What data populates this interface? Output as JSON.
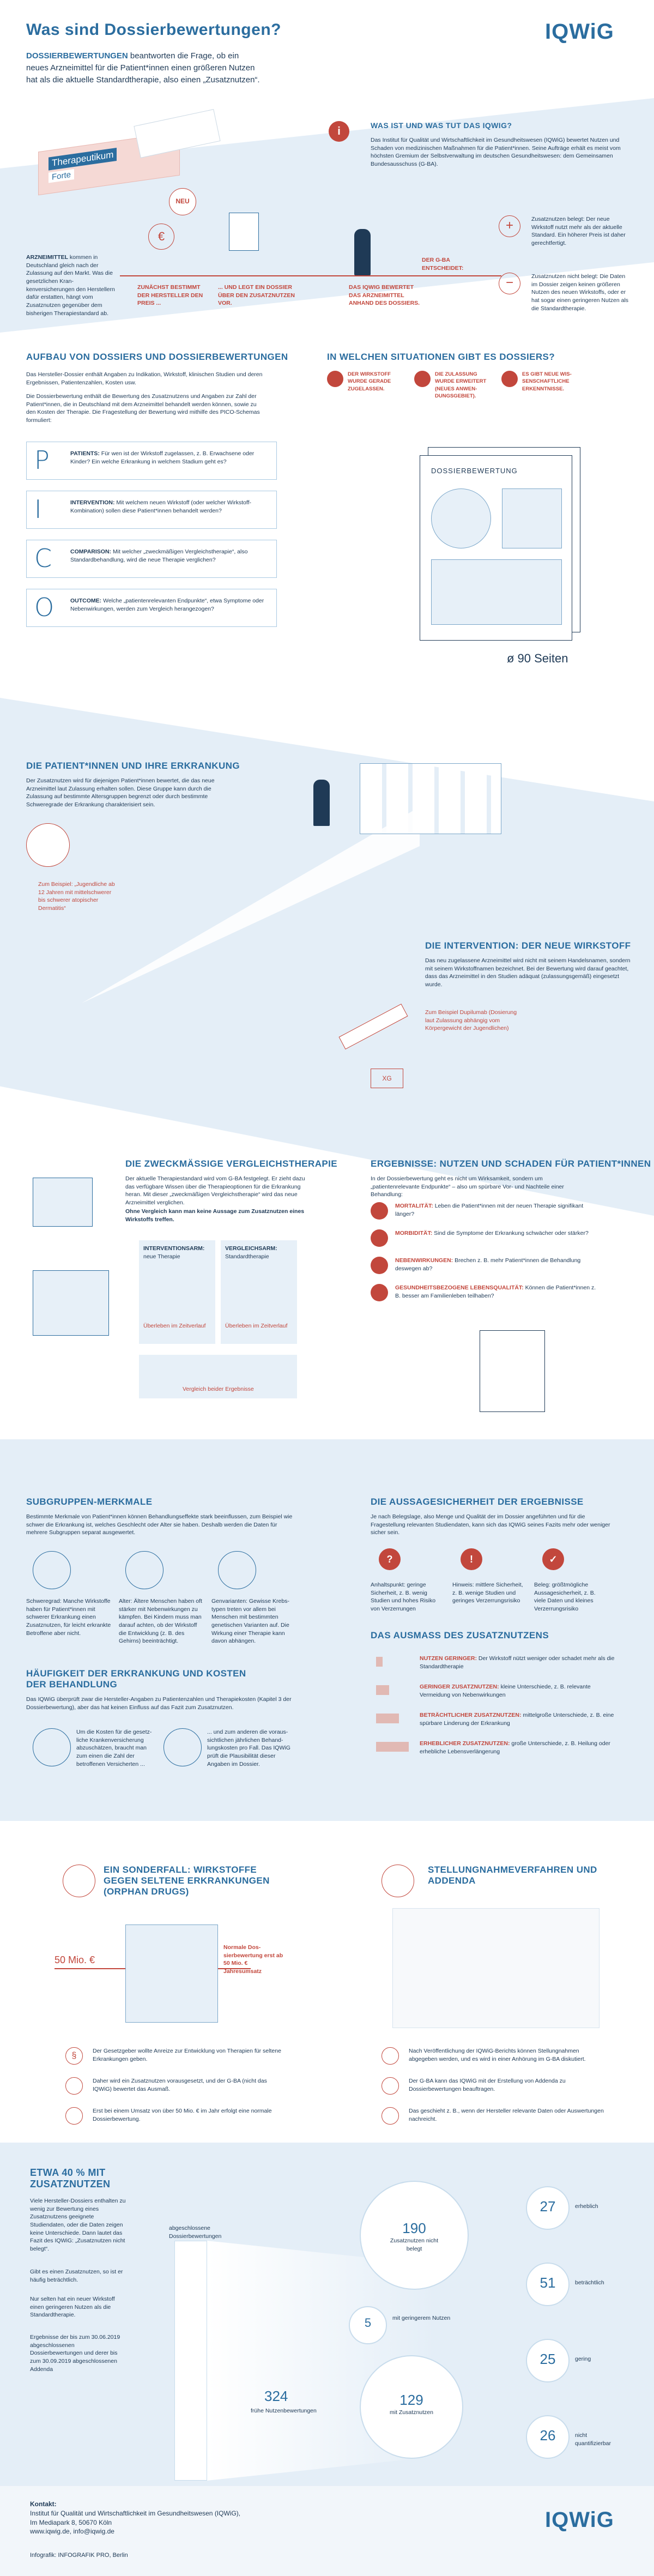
{
  "header": {
    "title": "Was sind Dossierbewertungen?",
    "logo": "IQWiG",
    "intro_bold": "DOSSIERBEWERTUNGEN",
    "intro": "beantworten die Frage, ob ein neues Arzneimittel für die Patient*innen einen größeren Nutzen hat als die aktuelle Standard­therapie, also einen „Zusatznutzen“."
  },
  "box_label": {
    "line1": "Therapeutikum",
    "line2": "Forte",
    "badge": "NEU"
  },
  "arzneimittel": {
    "bold": "ARZNEIMITTEL",
    "text": "kommen in Deutschland gleich nach der Zulassung auf den Markt. Was die gesetzlichen Kran­kenversicherungen den Her­stellern dafür erstatten, hängt vom Zusatznutzen gegenüber dem bisherigen Therapiestandard ab."
  },
  "flow": {
    "step1": "ZUNÄCHST BESTIMMT DER HERSTELLER DEN PREIS ...",
    "step2": "... UND LEGT EIN DOSSIER ÜBER DEN ZUSATZNUTZEN VOR.",
    "step3": "DAS IQWIG BEWERTET DAS ARZNEI­MITTEL ANHAND DES DOSSIERS.",
    "gba": "DER G-BA ENTSCHEIDET:",
    "plus_text": "Zusatznutzen belegt: Der neue Wirkstoff nutzt mehr als der aktu­elle Standard. Ein höherer Preis ist daher gerechtfertigt.",
    "minus_text": "Zusatznutzen nicht belegt: Die Daten im Dossier zeigen keinen größeren Nutzen des neuen Wirk­stoffs, oder er hat sogar einen geringeren Nutzen als die Stan­dardtherapie."
  },
  "iqwig_info": {
    "title": "WAS IST UND WAS TUT DAS IQWIG?",
    "text": "Das Institut für Qualität und Wirtschaftlichkeit im Gesundheitswesen (IQWiG) be­wertet Nutzen und Schaden von medizinischen Maßnahmen für die Patient*innen. Seine Aufträge erhält es meist vom höchsten Gremium der Selbstverwaltung im deutschen Gesundheitswesen: dem Gemeinsamen Bundesausschuss (G-BA)."
  },
  "aufbau": {
    "title": "AUFBAU VON DOSSIERS UND DOSSIERBEWERTUNGEN",
    "text1": "Das Hersteller-Dossier enthält Angaben zu Indikation, Wirkstoff, klinischen Studien und deren Ergebnissen, Patientenzahlen, Kosten usw.",
    "text2": "Die Dossierbewertung enthält die Bewertung des Zusatznutzens und Angaben zur Zahl der Patient*innen, die in Deutschland mit dem Arzneimittel behandelt werden können, sowie zu den Kosten der Therapie. Die Fragestellung der Bewertung wird mithilfe des PICO-Schemas formuliert:",
    "pico": [
      {
        "letter": "P",
        "label": "PATIENTS:",
        "text": "Für wen ist der Wirkstoff zugelassen, z. B. Erwachsene oder Kinder? Ein welche Erkrankung in welchem Stadium geht es?"
      },
      {
        "letter": "I",
        "label": "INTERVENTION:",
        "text": "Mit welchem neuen Wirkstoff (oder welcher Wirk­stoff-Kombination) sollen diese Patient*innen behandelt werden?"
      },
      {
        "letter": "C",
        "label": "COMPARISON:",
        "text": "Mit welcher „zweckmäßigen Vergleichstherapie“, also Standardbehandlung, wird die neue Therapie verglichen?"
      },
      {
        "letter": "O",
        "label": "OUTCOME:",
        "text": "Welche „patientenrelevanten Endpunkte“, etwa Sympto­me oder Nebenwirkungen, werden zum Vergleich herangezogen?"
      }
    ]
  },
  "situationen": {
    "title": "IN WELCHEN SITUATIONEN GIBT ES DOSSIERS?",
    "items": [
      "DER WIRKSTOFF WURDE GERADE ZUGELASSEN.",
      "DIE ZULASSUNG WURDE ERWEITERT (NEUES ANWEN­DUNGSGEBIET).",
      "ES GIBT NEUE WIS­SENSCHAFTLICHE ERKENNTNISSE."
    ],
    "doc_title": "DOSSIERBEWERTUNG",
    "pages": "ø 90 Seiten"
  },
  "patient": {
    "title": "DIE PATIENT*INNEN UND IHRE ERKRANKUNG",
    "text": "Der Zusatznutzen wird für diejenigen Patient*innen bewertet, die das neue Arzneimittel laut Zulassung erhalten sollen. Diese Gruppe kann durch die Zulassung auf bestimmte Altersgruppen begrenzt oder durch bestimmte Schweregrade der Erkrankung charakterisiert sein.",
    "example": "Zum Beispiel: „Jugendliche ab 12 Jahren mit mittelschwerer bis schwerer atopischer Dermatitis“"
  },
  "intervention": {
    "title": "DIE INTERVENTION: DER NEUE WIRKSTOFF",
    "text": "Das neu zugelassene Arzneimittel wird nicht mit seinem Han­delsnamen, sondern mit seinem Wirkstoffnamen bezeichnet. Bei der Bewertung wird darauf geachtet, dass das Arzneimittel in den Studien adäquat (zulassungsgemäß) eingesetzt wurde.",
    "example": "Zum Beispiel Dupilumab (Dosie­rung laut Zulassung abhängig vom Körpergewicht der Jugendlichen)",
    "syringe_label": "XG"
  },
  "vergleich": {
    "title": "DIE ZWECKMÄSSIGE VERGLEICHSTHERAPIE",
    "text": "Der aktuelle Therapiestandard wird vom G-BA festgelegt. Er zieht dazu das verfügbare Wissen über die Therapieoptionen für die Er­krankung heran. Mit dieser „zweckmäßigen Vergleichstherapie“ wird das neue Arzneimittel verglichen.",
    "bold": "Ohne Vergleich kann man keine Aussage zum Zusatznutzen eines Wirkstoffs treffen.",
    "arm1_title": "INTERVENTIONSARM:",
    "arm1_sub": "neue Therapie",
    "arm2_title": "VERGLEICHSARM:",
    "arm2_sub": "Standardtherapie",
    "arm1_caption": "Überleben im Zeit­verlauf",
    "arm2_caption": "Überleben im Zeitverlauf",
    "compare_caption": "Vergleich beider Ergebnisse"
  },
  "ergebnisse": {
    "title": "ERGEBNISSE: NUTZEN UND SCHADEN FÜR PATIENT*INNEN",
    "text": "In der Dossierbewertung geht es nicht um Wirksamkeit, sondern um „patientenrelevante Endpunkte“ – also um spürbare Vor- und Nachteile einer Behandlung:",
    "items": [
      {
        "label": "MORTALITÄT:",
        "text": "Leben die Patient*innen mit der neuen Therapie signifikant länger?"
      },
      {
        "label": "MORBIDITÄT:",
        "text": "Sind die Symptome der Erkrankung schwächer oder stärker?"
      },
      {
        "label": "NEBENWIRKUNGEN:",
        "text": "Brechen z. B. mehr Patient*innen die Behandlung deswegen ab?"
      },
      {
        "label": "GESUNDHEITSBEZOGENE LEBENSQUALITÄT:",
        "text": "Können die Patient*innen z. B. besser am Familienleben teilhaben?"
      }
    ]
  },
  "subgruppen": {
    "title": "SUBGRUPPEN-MERKMALE",
    "text": "Bestimmte Merkmale von Patient*innen können Behandlungseffekte stark be­einflussen, zum Beispiel wie schwer die Erkrankung ist, welches Geschlecht oder Alter sie haben. Deshalb werden die Daten für mehrere Subgruppen separat aus­gewertet.",
    "items": [
      "Schweregrad: Manche Wirk­stoffe haben für Patient*innen mit schwerer Erkrankung einen Zusatznutzen, für leicht erkrankte Betroffene aber nicht.",
      "Alter: Ältere Menschen haben oft stärker mit Nebenwirkungen zu kämpfen. Bei Kindern muss man darauf achten, ob der Wirkstoff die Entwicklung (z. B. des Gehirns) beeinträchtigt.",
      "Genvarianten: Gewisse Krebs­typen treten vor allem bei Menschen mit bestimmten genetischen Varianten auf. Die Wirkung einer Therapie kann davon abhängen."
    ]
  },
  "haeufigkeit": {
    "title": "HÄUFIGKEIT DER ERKRANKUNG UND KOSTEN DER BEHANDLUNG",
    "text": "Das IQWiG überprüft zwar die Hersteller-Angaben zu Patienten­zahlen und Therapiekosten (Kapitel 3 der Dossierbewertung), aber das hat keinen Einfluss auf das Fazit zum Zusatznutzen.",
    "item1": "Um die Kosten für die gesetz­liche Krankenversicherung abzuschätzen, braucht man zum einen die Zahl der betroffenen Versicherten ...",
    "item2": "... und zum anderen die voraus­sichtlichen jährlichen Behand­lungskosten pro Fall. Das IQWiG prüft die Plausibilität dieser Angaben im Dossier."
  },
  "aussagesicherheit": {
    "title": "DIE AUSSAGESICHERHEIT DER ERGEBNISSE",
    "text": "Je nach Belegslage, also Menge und Qualität der im Dossier ange­führten und für die Fragestellung relevanten Studiendaten, kann sich das IQWiG seines Fazits mehr oder weniger sicher sein.",
    "items": [
      "Anhaltspunkt: geringe Sicherheit, z. B. wenig Studien und hohes Risiko von Verzerrungen",
      "Hinweis: mittlere Sicherheit, z. B. wenige Studien und geringes Verzerrungsrisiko",
      "Beleg: größtmögliche Aussagesicherheit, z. B. viele Daten und kleines Verzerrungsrisiko"
    ]
  },
  "ausmass": {
    "title": "DAS AUSMASS DES ZUSATZNUTZENS",
    "items": [
      {
        "label": "NUTZEN GERINGER:",
        "text": "Der Wirkstoff nützt weniger oder schadet mehr als die Standardtherapie",
        "level": 0.2
      },
      {
        "label": "GERINGER ZUSATZNUTZEN:",
        "text": "kleine Unterschiede, z. B. relevante Vermeidung von Nebenwirkungen",
        "level": 0.4
      },
      {
        "label": "BETRÄCHTLICHER ZUSATZNUTZEN:",
        "text": "mittelgroße Unter­schiede, z. B. eine spürbare Linderung der Erkrankung",
        "level": 0.7
      },
      {
        "label": "ERHEBLICHER ZUSATZNUTZEN:",
        "text": "große Unterschiede, z. B. Heilung oder erhebliche Lebensverlängerung",
        "level": 1.0
      }
    ]
  },
  "orphan": {
    "title": "EIN SONDERFALL: WIRKSTOFFE GEGEN SELTENE ERKRANKUNGEN (ORPHAN DRUGS)",
    "threshold": "50 Mio. €",
    "normal": "Normale Dos­sierbewertung erst ab 50 Mio. € Jahresumsatz",
    "items": [
      "Der Gesetzgeber wollte Anreize zur Entwicklung von Therapien für seltene Erkrankungen geben.",
      "Daher wird ein Zusatznutzen vorausgesetzt, und der G-BA (nicht das IQWiG) bewertet das Ausmaß.",
      "Erst bei einem Umsatz von über 50 Mio. € im Jahr erfolgt eine normale Dossierbewertung."
    ]
  },
  "stellungnahme": {
    "title": "STELLUNGNAHMEVERFAHREN UND ADDENDA",
    "items": [
      "Nach Veröffentlichung der IQWiG-Berichts können Stellungnahmen abgegeben werden, und es wird in einer Anhörung im G-BA diskutiert.",
      "Der G-BA kann das IQWiG mit der Erstellung von Addenda zu Dossierbewertungen beauftragen.",
      "Das geschieht z. B., wenn der Hersteller relevante Daten oder Auswertungen nachreicht."
    ]
  },
  "stats": {
    "title": "ETWA 40 % MIT ZUSATZNUTZEN",
    "text1": "Viele Hersteller-Dossiers ent­halten zu wenig zur Bewer­tung eines Zusatznutzens ge­eignete Studiendaten, oder die Daten zeigen keine Unter­schiede. Dann lautet das Fazit des IQWiG: „Zusatznutzen nicht belegt“.",
    "text2": "Gibt es einen Zusatznutzen, so ist er häufig beträchtlich.",
    "text3": "Nur selten hat ein neuer Wirk­stoff einen geringeren Nutzen als die Standardtherapie.",
    "text4": "Ergebnisse der bis zum 30.06.2019 abgeschlossenen Dossierbewertungen und derer bis zum 30.09.2019 abge­schlossenen Addenda",
    "total_label": "abgeschlossene Dossierbewertungen",
    "total": "324",
    "total_sub": "frühe Nutzenbewertungen",
    "not_proven": "190",
    "not_proven_label": "Zusatznutzen nicht belegt",
    "lower": "5",
    "lower_label": "mit geringerem Nutzen",
    "proven": "129",
    "proven_label": "mit Zusatznutzen",
    "breakdown": [
      {
        "value": "27",
        "label": "erheblich"
      },
      {
        "value": "51",
        "label": "beträchtlich"
      },
      {
        "value": "25",
        "label": "gering"
      },
      {
        "value": "26",
        "label": "nicht quantifizierbar"
      }
    ]
  },
  "footer": {
    "contact_label": "Kontakt:",
    "line1": "Institut für Qualität und Wirtschaftlichkeit im Gesundheitswesen (IQWiG),",
    "line2": "Im Mediapark 8, 50670 Köln",
    "line3": "www.iqwig.de, info@iqwig.de",
    "credit": "Infografik: INFOGRAFIK PRO, Berlin",
    "logo": "IQWiG"
  },
  "colors": {
    "blue": "#2b6d9f",
    "red": "#c2473c",
    "light_blue": "#e7f0f8"
  }
}
